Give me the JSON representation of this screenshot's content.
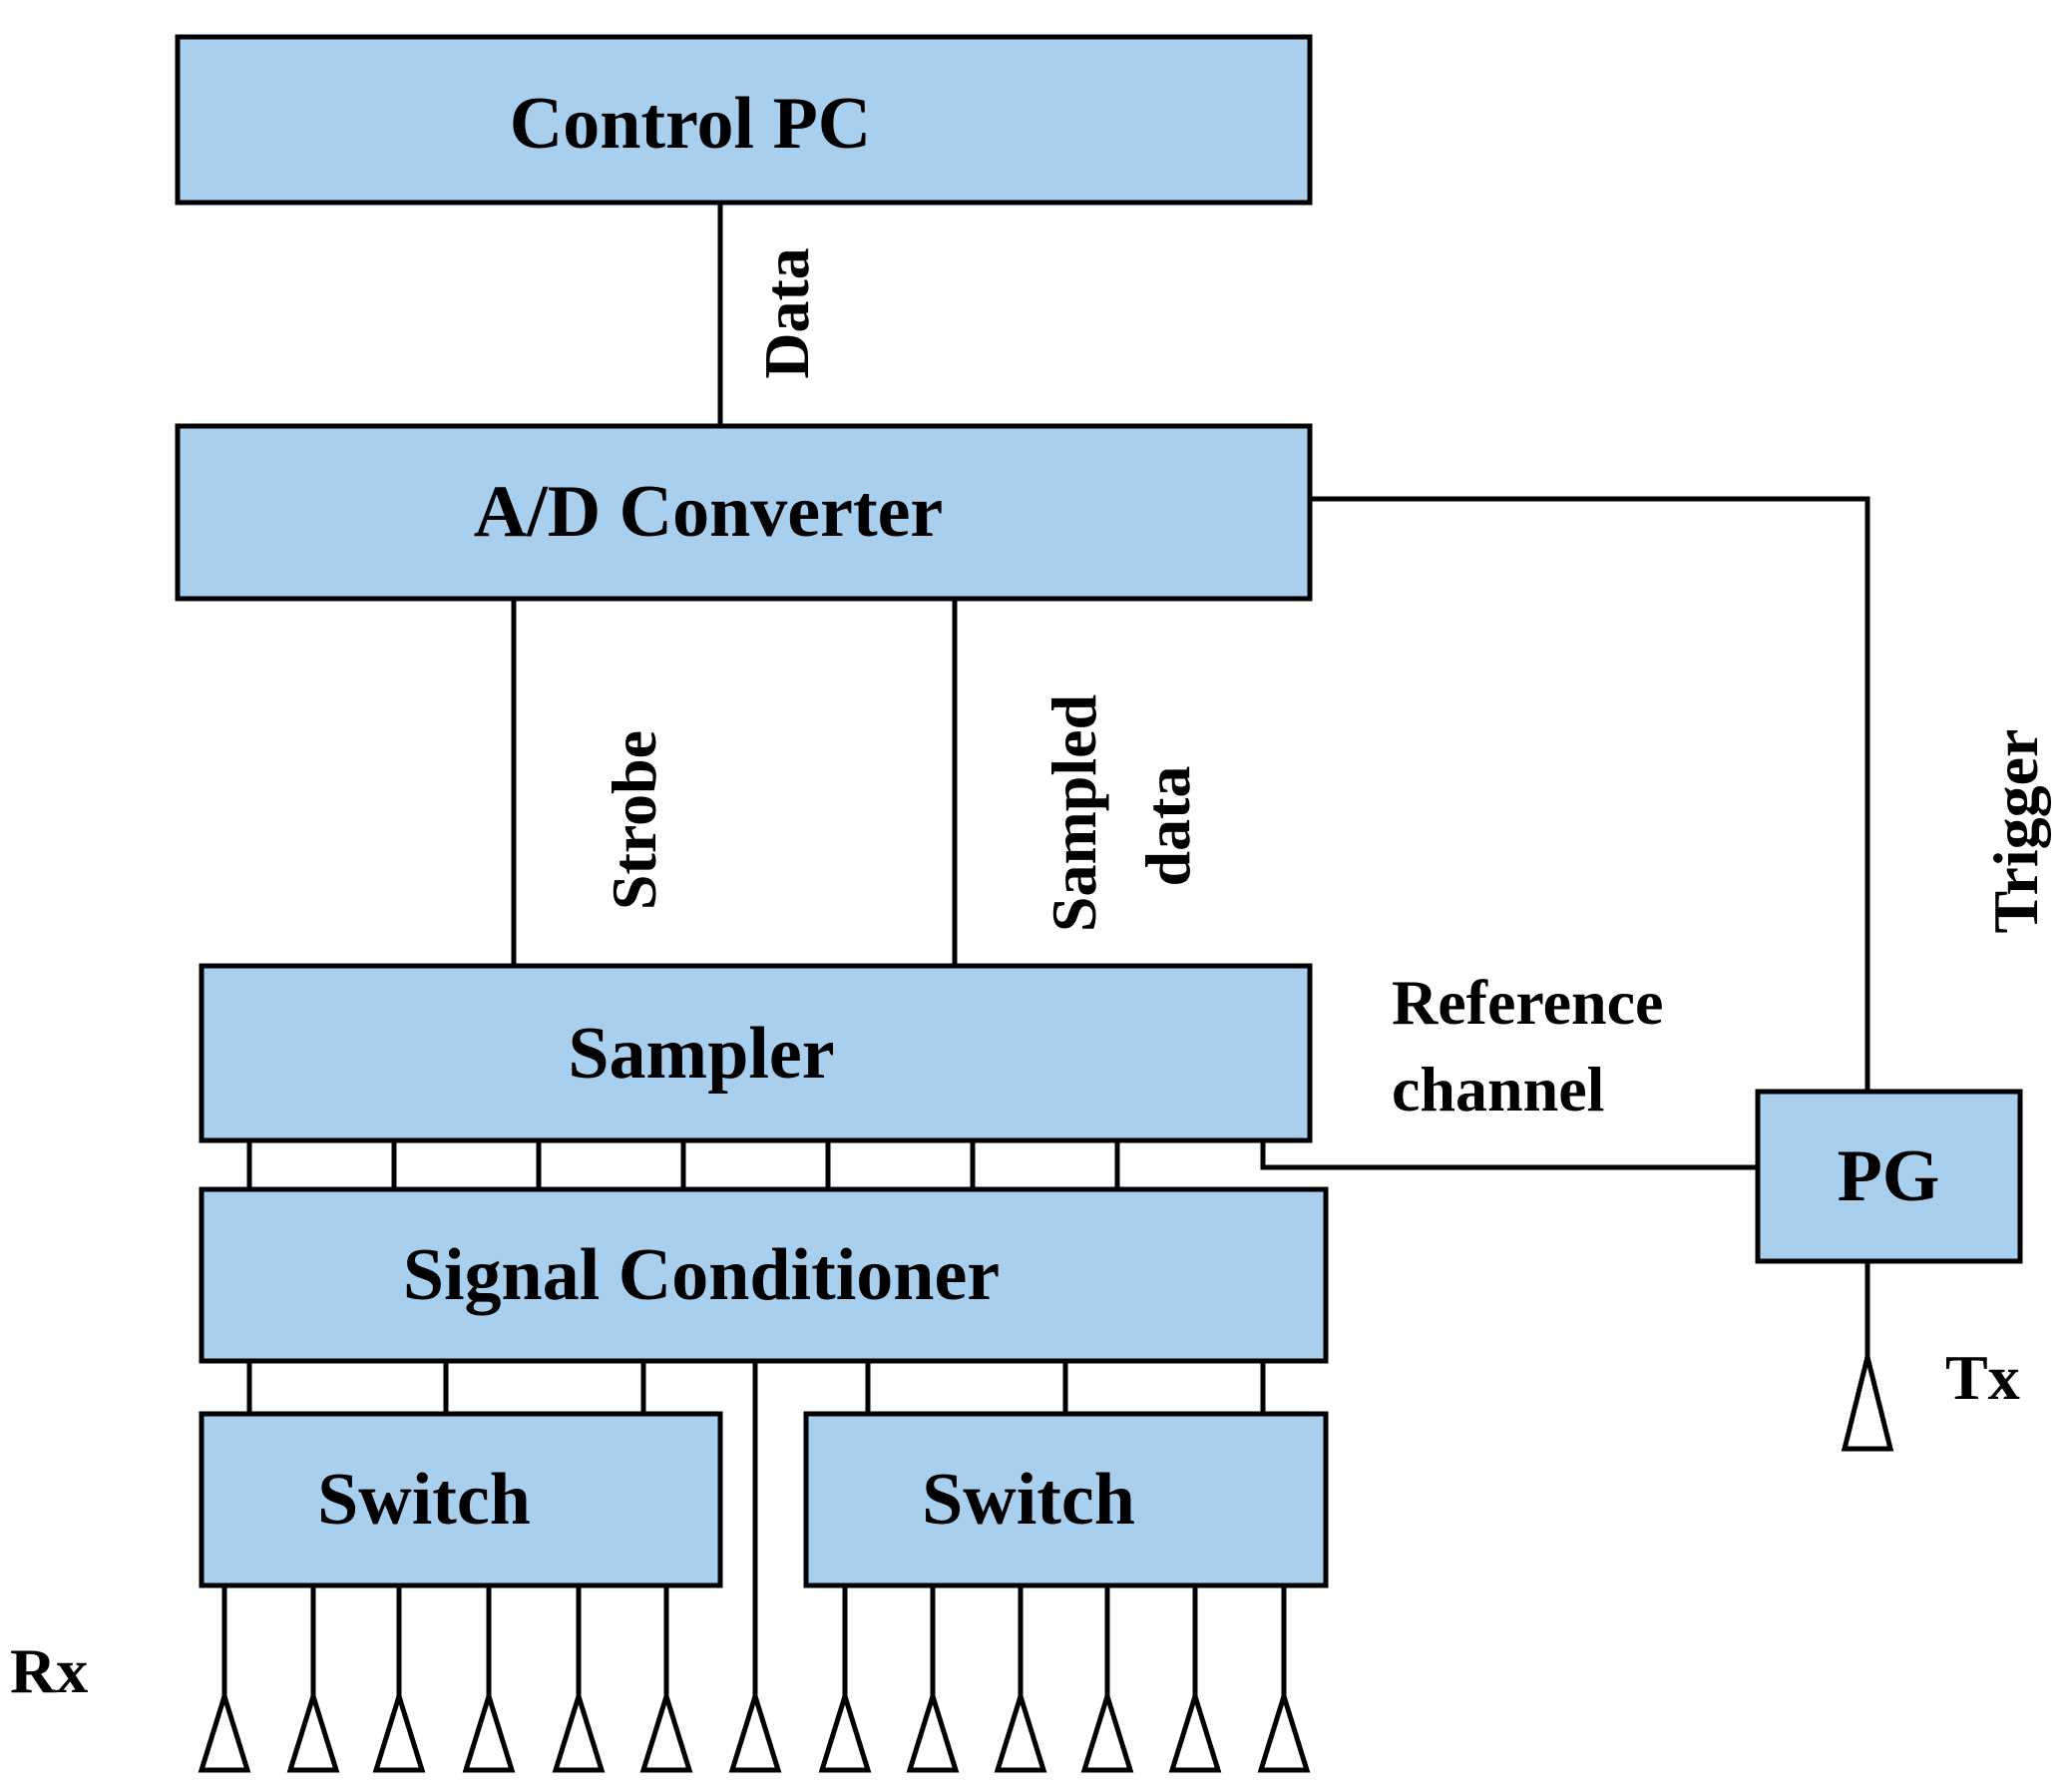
{
  "blocks": {
    "control_pc": "Control PC",
    "ad_converter": "A/D Converter",
    "sampler": "Sampler",
    "signal_conditioner": "Signal Conditioner",
    "switch_left": "Switch",
    "switch_right": "Switch",
    "pg": "PG"
  },
  "signals": {
    "data": "Data",
    "strobe": "Strobe",
    "sampled_line1": "Sampled",
    "sampled_line2": "data",
    "trigger": "Trigger",
    "reference_line1": "Reference",
    "reference_line2": "channel",
    "tx": "Tx",
    "rx": "Rx"
  },
  "colors": {
    "block_fill": "#a9cfee",
    "line": "#000000"
  }
}
